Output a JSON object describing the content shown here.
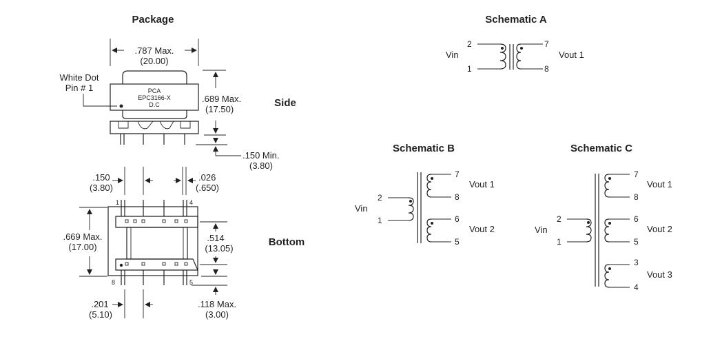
{
  "package": {
    "title": "Package",
    "dim_width": ".787 Max.",
    "dim_width_mm": "(20.00)",
    "white_dot_line1": "White Dot",
    "white_dot_line2": "Pin # 1",
    "marking_line1": "PCA",
    "marking_line2": "EPC3166-X",
    "marking_line3": "D.C",
    "dim_height": ".689 Max.",
    "dim_height_mm": "(17.50)",
    "side_label": "Side",
    "dim_standoff": ".150 Min.",
    "dim_standoff_mm": "(3.80)",
    "dim_pitch": ".150",
    "dim_pitch_mm": "(3.80)",
    "dim_pin_dia": ".026",
    "dim_pin_dia_mm": "(.650)",
    "dim_depth": ".669 Max.",
    "dim_depth_mm": "(17.00)",
    "dim_row": ".514",
    "dim_row_mm": "(13.05)",
    "bottom_label": "Bottom",
    "dim_span": ".201",
    "dim_span_mm": "(5.10)",
    "dim_pin_len": ".118 Max.",
    "dim_pin_len_mm": "(3.00)",
    "pin_labels": [
      "1",
      "4",
      "8",
      "5"
    ]
  },
  "schematic_a": {
    "title": "Schematic A",
    "vin": "Vin",
    "vout": "Vout 1",
    "pins": [
      "2",
      "1",
      "7",
      "8"
    ]
  },
  "schematic_b": {
    "title": "Schematic B",
    "vin": "Vin",
    "vout1": "Vout 1",
    "vout2": "Vout 2",
    "pins": [
      "2",
      "1",
      "7",
      "8",
      "6",
      "5"
    ]
  },
  "schematic_c": {
    "title": "Schematic C",
    "vin": "Vin",
    "vout1": "Vout 1",
    "vout2": "Vout 2",
    "vout3": "Vout 3",
    "pins": [
      "2",
      "1",
      "7",
      "8",
      "6",
      "5",
      "3",
      "4"
    ]
  }
}
